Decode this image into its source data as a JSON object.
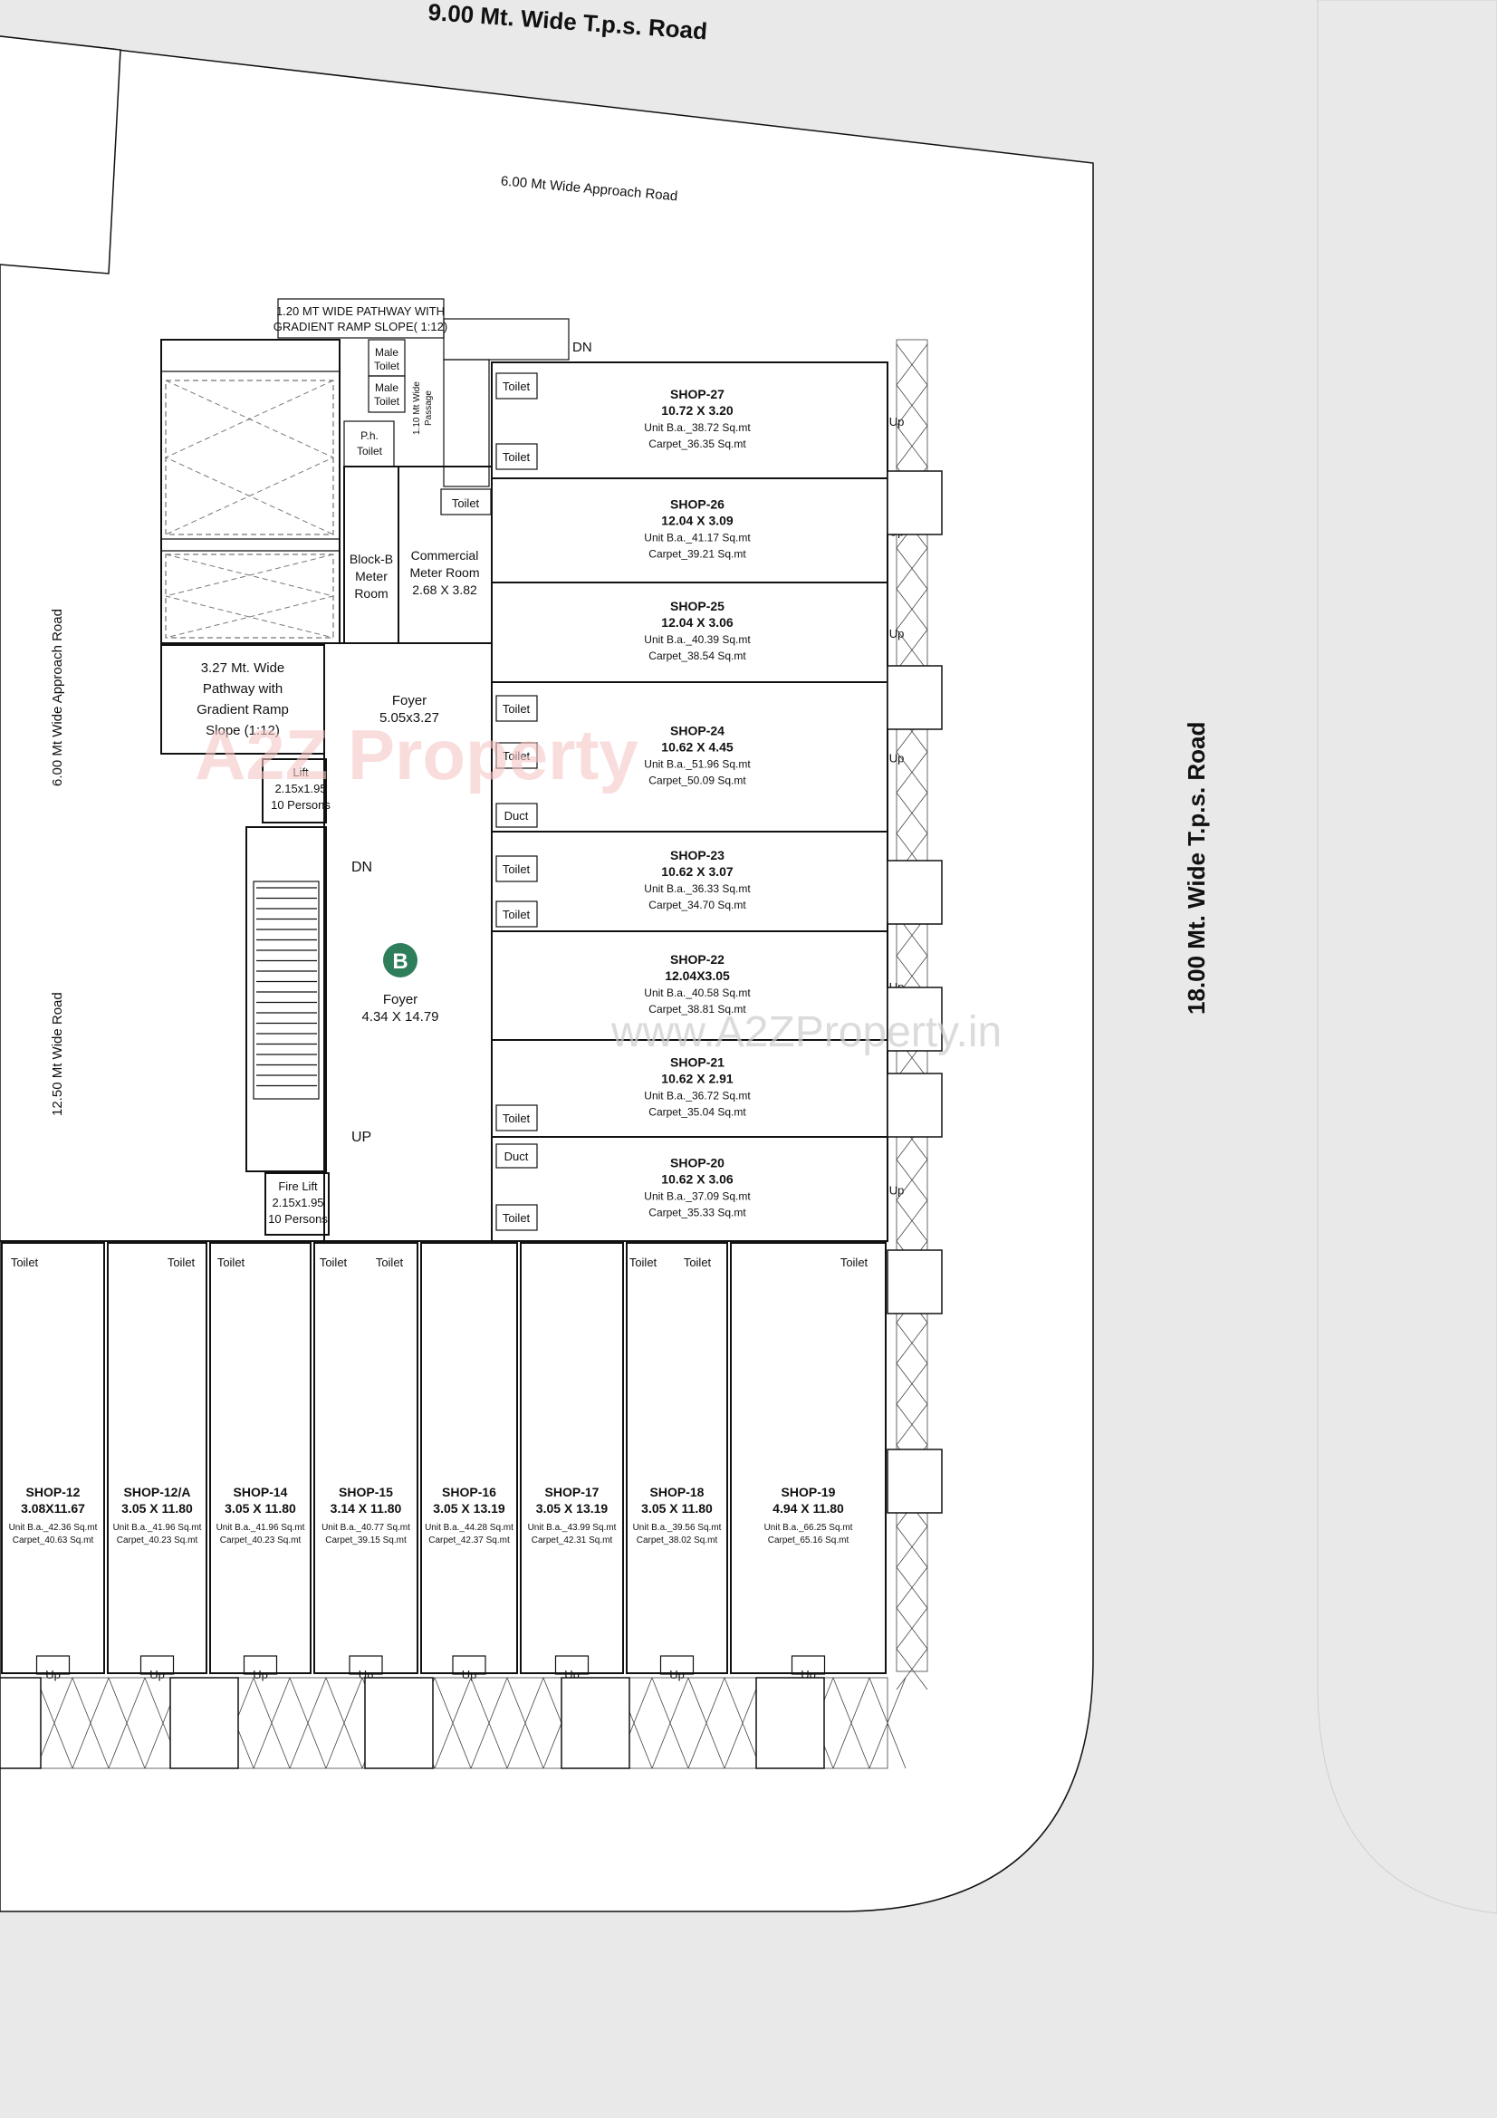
{
  "roads": {
    "top": "9.00 Mt. Wide T.p.s. Road",
    "approach_top": "6.00 Mt Wide Approach Road",
    "right": "18.00 Mt. Wide T.p.s. Road",
    "left_approach": "6.00 Mt Wide Approach Road",
    "left_main": "12.50 Mt Wide Road"
  },
  "labels": {
    "pathway_top_1": "1.20 MT  WIDE PATHWAY WITH",
    "pathway_top_2": "GRADIENT RAMP SLOPE( 1:12)",
    "dn_top": "DN",
    "male_toilet": "Male",
    "male_toilet_2": "Toilet",
    "passage_1": "1.10 Mt Wide",
    "passage_2": "Passage",
    "ph_toilet_1": "P.h.",
    "ph_toilet_2": "Toilet",
    "block_b_meter_1": "Block-B",
    "block_b_meter_2": "Meter",
    "block_b_meter_3": "Room",
    "commercial_meter_1": "Commercial",
    "commercial_meter_2": "Meter Room",
    "commercial_meter_3": "2.68 X 3.82",
    "pathway_left_1": "3.27 Mt. Wide",
    "pathway_left_2": "Pathway with",
    "pathway_left_3": "Gradient Ramp",
    "pathway_left_4": "Slope (1:12)",
    "foyer_small_1": "Foyer",
    "foyer_small_2": "5.05x3.27",
    "lift_1": "Lift",
    "lift_2": "2.15x1.95",
    "lift_3": "10 Persons",
    "dn": "DN",
    "up": "UP",
    "block_letter": "B",
    "foyer_big_1": "Foyer",
    "foyer_big_2": "4.34 X 14.79",
    "fire_lift_1": "Fire Lift",
    "fire_lift_2": "2.15x1.95",
    "fire_lift_3": "10 Persons",
    "toilet": "Toilet",
    "duct": "Duct",
    "up_small": "Up",
    "watermark_logo": "A2Z Property",
    "watermark_url": "www.A2ZProperty.in"
  },
  "right_shops": [
    {
      "name": "SHOP-27",
      "size": "10.72 X 3.20",
      "unit": "Unit B.a._38.72 Sq.mt",
      "carpet": "Carpet_36.35 Sq.mt"
    },
    {
      "name": "SHOP-26",
      "size": "12.04 X 3.09",
      "unit": "Unit B.a._41.17 Sq.mt",
      "carpet": "Carpet_39.21 Sq.mt"
    },
    {
      "name": "SHOP-25",
      "size": "12.04 X 3.06",
      "unit": "Unit B.a._40.39 Sq.mt",
      "carpet": "Carpet_38.54 Sq.mt"
    },
    {
      "name": "SHOP-24",
      "size": "10.62 X 4.45",
      "unit": "Unit B.a._51.96 Sq.mt",
      "carpet": "Carpet_50.09 Sq.mt"
    },
    {
      "name": "SHOP-23",
      "size": "10.62 X 3.07",
      "unit": "Unit B.a._36.33 Sq.mt",
      "carpet": "Carpet_34.70 Sq.mt"
    },
    {
      "name": "SHOP-22",
      "size": "12.04X3.05",
      "unit": "Unit B.a._40.58 Sq.mt",
      "carpet": "Carpet_38.81 Sq.mt"
    },
    {
      "name": "SHOP-21",
      "size": "10.62 X 2.91",
      "unit": "Unit B.a._36.72 Sq.mt",
      "carpet": "Carpet_35.04 Sq.mt"
    },
    {
      "name": "SHOP-20",
      "size": "10.62 X 3.06",
      "unit": "Unit B.a._37.09 Sq.mt",
      "carpet": "Carpet_35.33 Sq.mt"
    }
  ],
  "bottom_shops": [
    {
      "name": "SHOP-12",
      "size": "3.08X11.67",
      "unit": "Unit B.a._42.36 Sq.mt",
      "carpet": "Carpet_40.63 Sq.mt"
    },
    {
      "name": "SHOP-12/A",
      "size": "3.05 X 11.80",
      "unit": "Unit B.a._41.96 Sq.mt",
      "carpet": "Carpet_40.23 Sq.mt"
    },
    {
      "name": "SHOP-14",
      "size": "3.05 X 11.80",
      "unit": "Unit B.a._41.96 Sq.mt",
      "carpet": "Carpet_40.23 Sq.mt"
    },
    {
      "name": "SHOP-15",
      "size": "3.14 X 11.80",
      "unit": "Unit B.a._40.77 Sq.mt",
      "carpet": "Carpet_39.15 Sq.mt"
    },
    {
      "name": "SHOP-16",
      "size": "3.05 X 13.19",
      "unit": "Unit B.a._44.28 Sq.mt",
      "carpet": "Carpet_42.37 Sq.mt"
    },
    {
      "name": "SHOP-17",
      "size": "3.05 X 13.19",
      "unit": "Unit B.a._43.99 Sq.mt",
      "carpet": "Carpet_42.31 Sq.mt"
    },
    {
      "name": "SHOP-18",
      "size": "3.05 X 11.80",
      "unit": "Unit B.a._39.56 Sq.mt",
      "carpet": "Carpet_38.02 Sq.mt"
    },
    {
      "name": "SHOP-19",
      "size": "4.94 X 11.80",
      "unit": "Unit B.a._66.25 Sq.mt",
      "carpet": "Carpet_65.16 Sq.mt"
    }
  ]
}
